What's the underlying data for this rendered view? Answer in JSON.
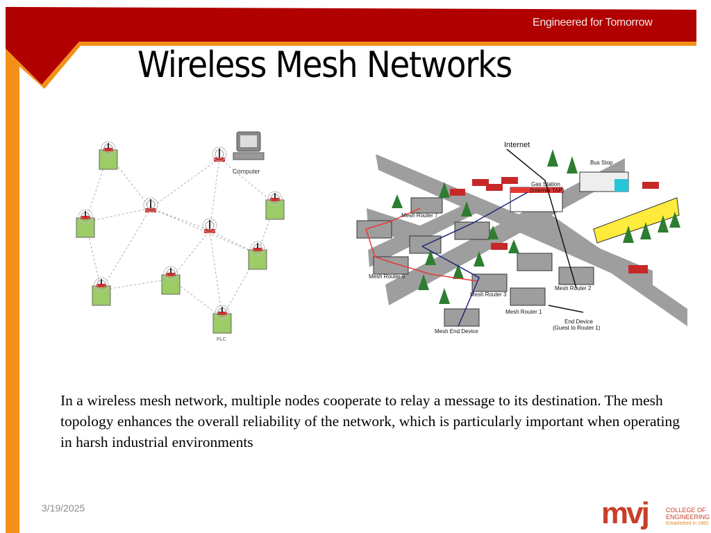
{
  "header": {
    "tagline": "Engineered for Tomorrow",
    "title": "Wireless Mesh Networks",
    "colors": {
      "band": "#b00000",
      "accent": "#f39019"
    }
  },
  "left_diagram": {
    "computer_label": "Computer",
    "plc_label": "PLC"
  },
  "right_diagram": {
    "labels": {
      "internet": "Internet",
      "bus_stop": "Bus Stop",
      "gas_station": "Gas Station",
      "internet_tap": "(Internet TAP)",
      "router7": "Mesh Router 7",
      "router5": "Mesh Router 5",
      "router3": "Mesh Router 3",
      "router2": "Mesh Router 2",
      "router1": "Mesh Router 1",
      "end_device": "End Device",
      "guest": "(Guest to Router 1)",
      "mesh_end_device": "Mesh End Device"
    }
  },
  "body": {
    "text": "In a wireless mesh network, multiple nodes cooperate to relay a message to its destination. The mesh topology enhances the overall reliability of the network, which is particularly important when operating in harsh industrial environments"
  },
  "footer": {
    "date": "3/19/2025",
    "logo_mark": "mvj",
    "logo_line1": "COLLEGE OF",
    "logo_line2": "ENGINEERING",
    "logo_line3": "Established In 1982"
  }
}
